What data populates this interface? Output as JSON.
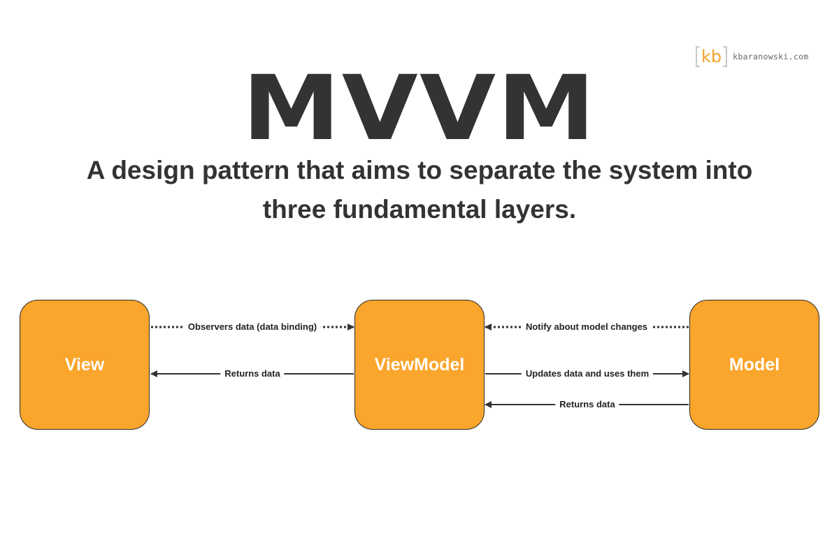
{
  "logo": {
    "mark": "kb",
    "site": "kbaranowski.com"
  },
  "title": "MVVM",
  "subtitle": "A design pattern that aims to separate the system into three fundamental layers.",
  "nodes": {
    "view": "View",
    "viewmodel": "ViewModel",
    "model": "Model"
  },
  "edges": {
    "view_to_viewmodel": "Observers data (data binding)",
    "viewmodel_to_view": "Returns data",
    "model_to_viewmodel_notify": "Notify about model changes",
    "viewmodel_to_model": "Updates data and uses them",
    "model_to_viewmodel_returns": "Returns data"
  },
  "colors": {
    "node_fill": "#faa52b",
    "node_text": "#ffffff",
    "text": "#333333",
    "logo_accent": "#f6a329"
  }
}
